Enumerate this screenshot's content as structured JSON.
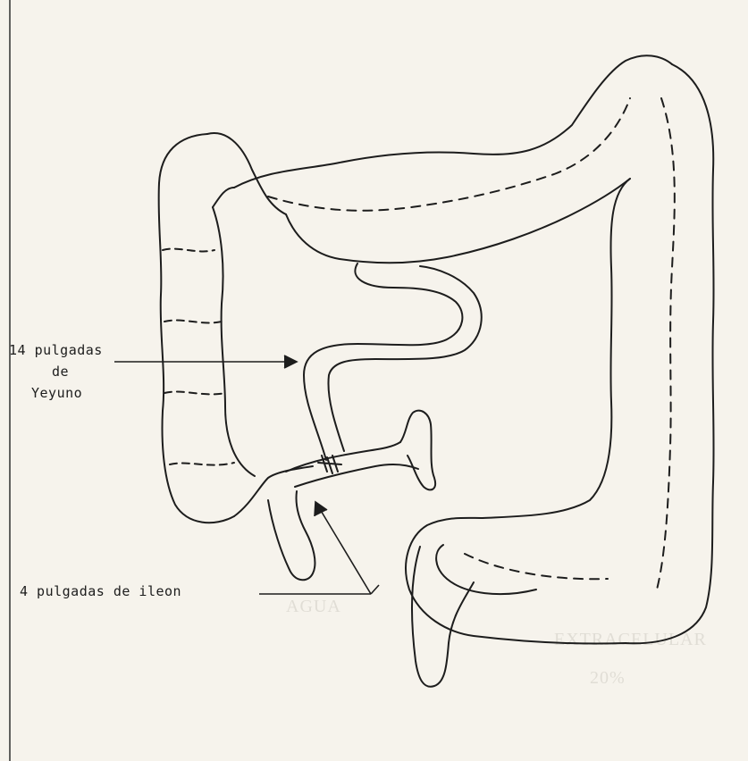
{
  "figure": {
    "labels": {
      "jejunum": [
        "14 pulgadas",
        "de",
        "Yeyuno"
      ],
      "ileum": "4 pulgadas de ileon"
    },
    "bleed_through": [
      "AGUA",
      "EXTRACELULAR",
      "20%"
    ],
    "colors": {
      "ink": "#1d1d1d",
      "paper": "#f6f3ec",
      "bleed": "#b9b5ac"
    }
  }
}
